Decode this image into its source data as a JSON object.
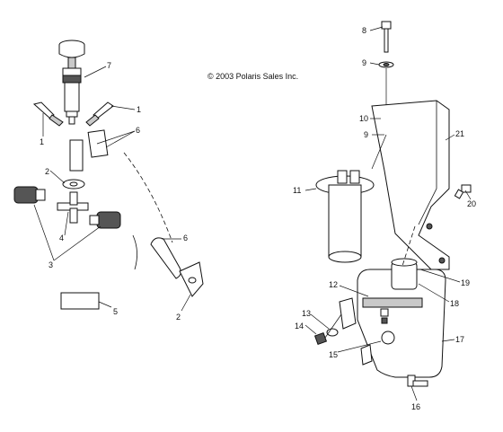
{
  "copyright": "© 2003 Polaris Sales Inc.",
  "callouts": [
    "7",
    "1",
    "1",
    "6",
    "2",
    "4",
    "3",
    "6",
    "5",
    "2",
    "8",
    "9",
    "10",
    "9",
    "21",
    "11",
    "20",
    "19",
    "12",
    "18",
    "13",
    "14",
    "15",
    "17",
    "16"
  ]
}
